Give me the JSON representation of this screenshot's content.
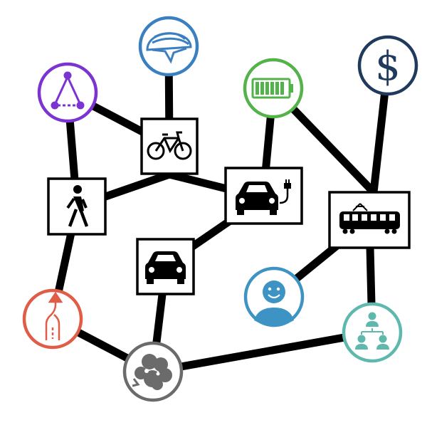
{
  "diagram": {
    "dollar_symbol": "$",
    "colors": {
      "edges": "#000000",
      "purple": "#7b33d1",
      "blue": "#3a7fc0",
      "green": "#53b24a",
      "navy": "#1f3a5c",
      "orange": "#e05c46",
      "gray": "#6b6b6b",
      "sky": "#3d93c4",
      "teal": "#5fb8ad"
    },
    "nodes": [
      {
        "id": "graph",
        "kind": "circle",
        "icon": "network-graph-icon",
        "color": "#7b33d1"
      },
      {
        "id": "helmet",
        "kind": "circle",
        "icon": "bike-helmet-icon",
        "color": "#3a7fc0"
      },
      {
        "id": "battery",
        "kind": "circle",
        "icon": "battery-icon",
        "color": "#53b24a"
      },
      {
        "id": "dollar",
        "kind": "circle",
        "icon": "dollar-icon",
        "color": "#1f3a5c"
      },
      {
        "id": "bicycle",
        "kind": "box",
        "icon": "bicycle-icon"
      },
      {
        "id": "pedestrian",
        "kind": "box",
        "icon": "pedestrian-icon"
      },
      {
        "id": "electric-car",
        "kind": "box",
        "icon": "electric-car-icon"
      },
      {
        "id": "tram",
        "kind": "box",
        "icon": "tram-icon"
      },
      {
        "id": "car",
        "kind": "box",
        "icon": "car-icon"
      },
      {
        "id": "lane",
        "kind": "circle",
        "icon": "lane-change-icon",
        "color": "#e05c46"
      },
      {
        "id": "emission",
        "kind": "circle",
        "icon": "emission-cloud-icon",
        "color": "#6b6b6b"
      },
      {
        "id": "smiley",
        "kind": "circle",
        "icon": "smiley-user-icon",
        "color": "#3d93c4"
      },
      {
        "id": "hierarchy",
        "kind": "circle",
        "icon": "people-hierarchy-icon",
        "color": "#5fb8ad"
      }
    ],
    "edges": [
      [
        "graph",
        "bicycle"
      ],
      [
        "graph",
        "pedestrian"
      ],
      [
        "helmet",
        "bicycle"
      ],
      [
        "bicycle",
        "pedestrian"
      ],
      [
        "bicycle",
        "electric-car"
      ],
      [
        "battery",
        "electric-car"
      ],
      [
        "battery",
        "tram"
      ],
      [
        "dollar",
        "tram"
      ],
      [
        "electric-car",
        "car"
      ],
      [
        "pedestrian",
        "lane"
      ],
      [
        "car",
        "emission"
      ],
      [
        "lane",
        "emission"
      ],
      [
        "emission",
        "hierarchy"
      ],
      [
        "tram",
        "hierarchy"
      ],
      [
        "tram",
        "smiley"
      ]
    ]
  }
}
